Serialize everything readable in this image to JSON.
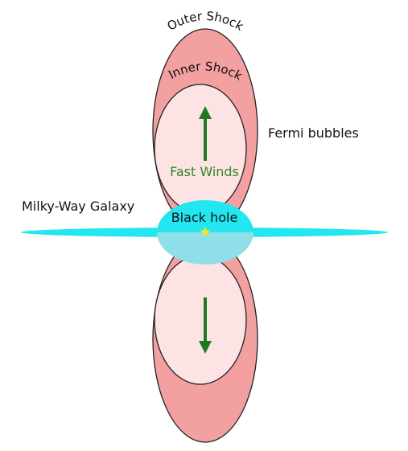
{
  "labels": {
    "outer_shock": "Outer Shock",
    "inner_shock": "Inner Shock",
    "fermi_bubbles": "Fermi bubbles",
    "fast_winds": "Fast Winds",
    "milky_way": "Milky-Way Galaxy",
    "black_hole": "Black hole"
  },
  "colors": {
    "outer_shock_fill": "#f3a0a0",
    "inner_shock_fill": "#fde3e3",
    "outline": "#222222",
    "galaxy_disk": "#22e6f0",
    "bulge": "#8fdfe9",
    "wind_arrow": "#1f7a1f",
    "fast_winds_text": "#2d8a2d",
    "black_hole_star": "#f2e233"
  }
}
